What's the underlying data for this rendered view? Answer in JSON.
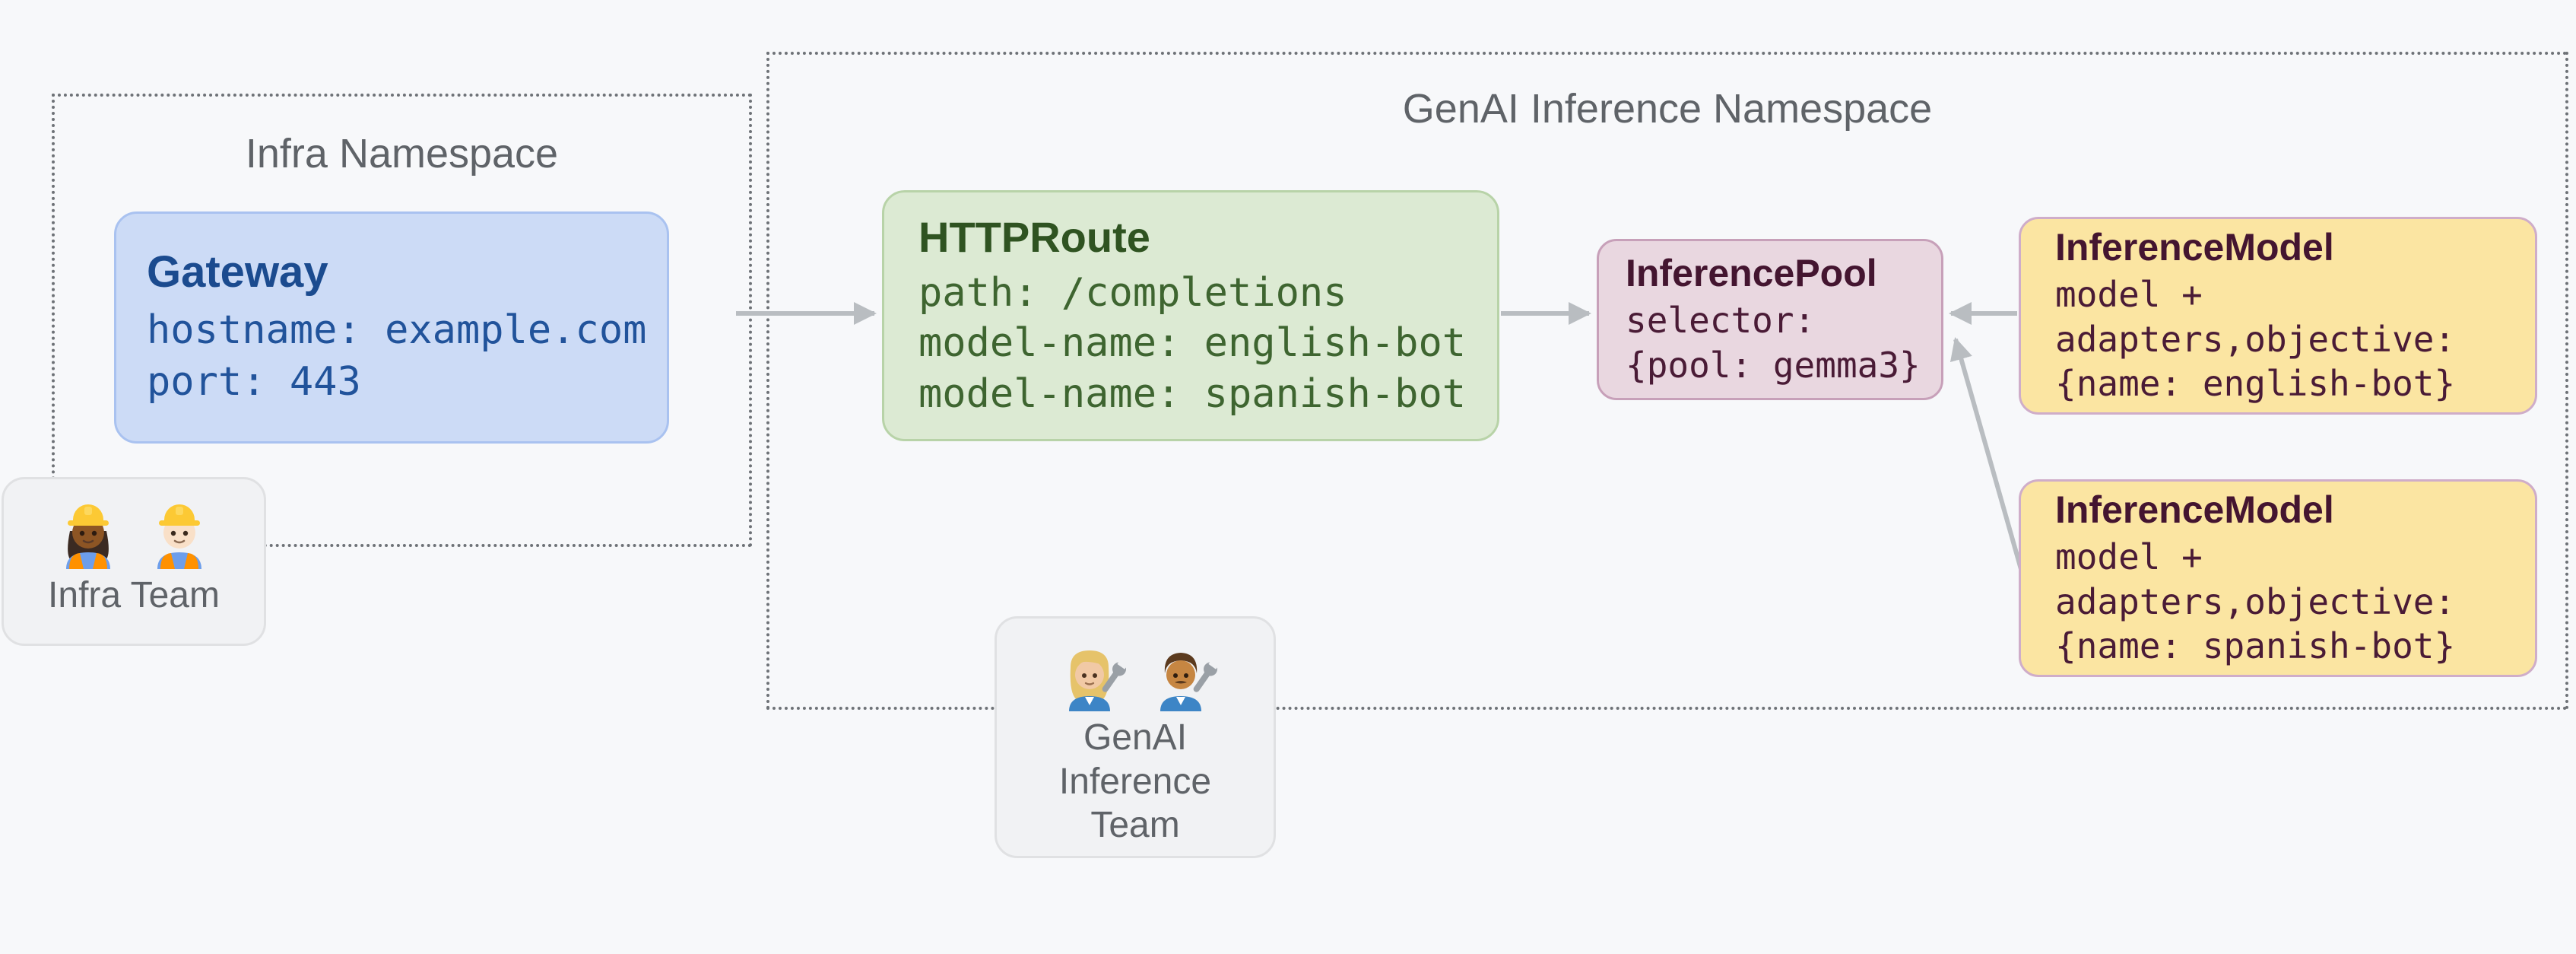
{
  "infra_namespace": {
    "title": "Infra Namespace",
    "gateway": {
      "title": "Gateway",
      "lines": [
        "hostname: example.com",
        "port: 443"
      ]
    }
  },
  "genai_namespace": {
    "title": "GenAI Inference Namespace",
    "httproute": {
      "title": "HTTPRoute",
      "lines": [
        "path: /completions",
        "model-name: english-bot",
        "model-name: spanish-bot"
      ]
    },
    "inference_pool": {
      "title": "InferencePool",
      "lines": [
        "selector:",
        "{pool: gemma3}"
      ]
    },
    "inference_model_english": {
      "title": "InferenceModel",
      "lines": [
        "model +",
        "adapters,objective:",
        "{name: english-bot}"
      ]
    },
    "inference_model_spanish": {
      "title": "InferenceModel",
      "lines": [
        "model +",
        "adapters,objective:",
        "{name: spanish-bot}"
      ]
    }
  },
  "teams": {
    "infra": {
      "label": "Infra Team",
      "emoji": [
        "👷🏾‍♀️",
        "👷🏻"
      ],
      "icons": [
        "woman-construction-worker-medium-dark-skin-icon",
        "man-construction-worker-light-skin-icon"
      ]
    },
    "genai": {
      "label": "GenAI Inference Team",
      "emoji": [
        "🧑🏼‍🔧",
        "🧑🏽‍🔧"
      ],
      "icons": [
        "woman-mechanic-light-skin-icon",
        "man-mechanic-medium-skin-icon"
      ]
    }
  },
  "arrows": [
    {
      "name": "gateway-to-httproute"
    },
    {
      "name": "httproute-to-inferencepool"
    },
    {
      "name": "inferencemodel-english-to-inferencepool"
    },
    {
      "name": "inferencemodel-spanish-to-inferencepool"
    }
  ],
  "colors": {
    "background": "#f7f8fa",
    "namespace_border": "#6e7277",
    "namespace_title": "#5f6368",
    "gateway_bg": "#ccdbf6",
    "gateway_border": "#a9c2f0",
    "gateway_text": "#1b4b8f",
    "httproute_bg": "#dcead3",
    "httproute_border": "#b8d3a8",
    "httproute_text": "#2f5321",
    "pool_bg": "#e9d7e0",
    "pool_border": "#c7a0b9",
    "pool_text": "#441530",
    "model_bg": "#fbe5a2",
    "model_border": "#cfadc9",
    "model_text": "#441530",
    "team_bg": "#f1f2f4",
    "team_border": "#e0e1e3",
    "team_text": "#5f6368",
    "arrow": "#b9bdc1"
  }
}
